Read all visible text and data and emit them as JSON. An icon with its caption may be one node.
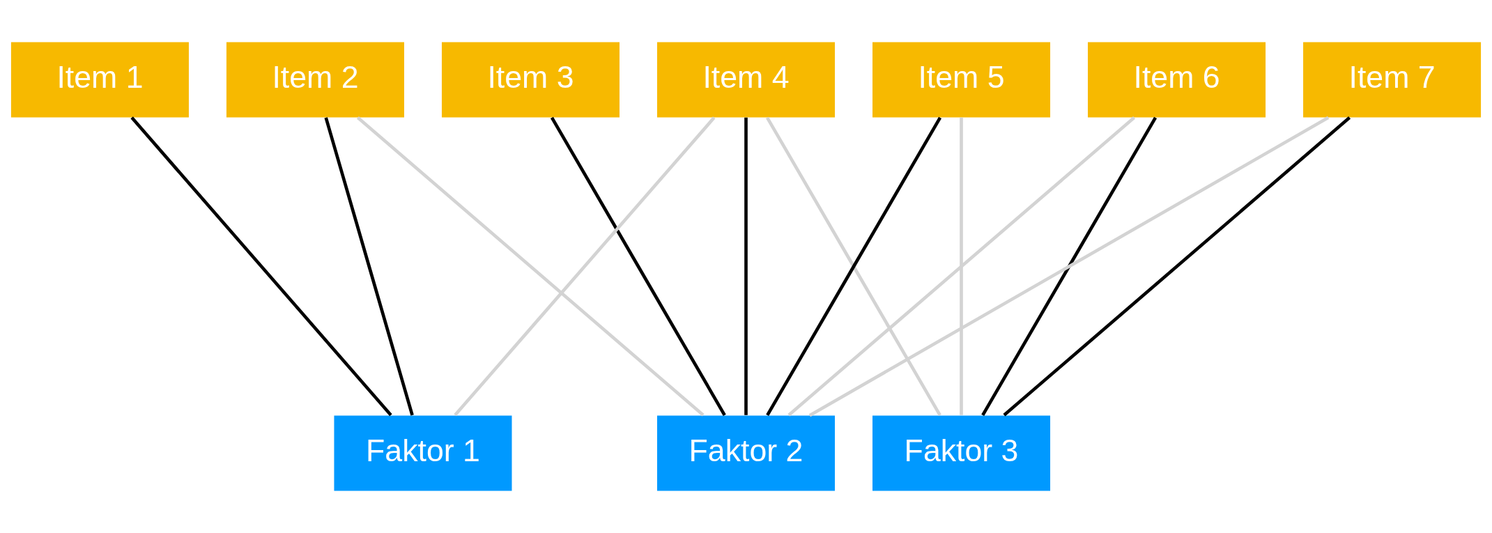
{
  "diagram": {
    "nodes": [
      {
        "text": [
          "Item 1"
        ]
      },
      {
        "text": [
          "Item 2"
        ]
      },
      {
        "text": [
          "Item 3"
        ]
      },
      {
        "text": [
          "Item 4"
        ]
      },
      {
        "text": [
          "Item 5"
        ]
      },
      {
        "text": [
          "Item 6"
        ]
      },
      {
        "text": [
          "Item 7"
        ]
      },
      {
        "text": [
          "Faktor 1"
        ]
      },
      {
        "text": [
          "Faktor 2"
        ]
      },
      {
        "text": [
          "Faktor 3"
        ]
      }
    ],
    "edges": [
      {
        "from": 0,
        "to": 7,
        "arrow": "none"
      },
      {
        "from": 1,
        "to": 7,
        "arrow": "none"
      },
      {
        "from": 1,
        "to": 8,
        "arrow": "none",
        "color": "#d3d3d3"
      },
      {
        "from": 2,
        "to": 8,
        "arrow": "none"
      },
      {
        "from": 3,
        "to": 7,
        "arrow": "none",
        "color": "#d3d3d3"
      },
      {
        "from": 3,
        "to": 8,
        "arrow": "none"
      },
      {
        "from": 3,
        "to": 9,
        "arrow": "none",
        "color": "#d3d3d3"
      },
      {
        "from": 4,
        "to": 8,
        "arrow": "none"
      },
      {
        "from": 4,
        "to": 9,
        "arrow": "none",
        "color": "#d3d3d3"
      },
      {
        "from": 5,
        "to": 8,
        "arrow": "none",
        "color": "#d3d3d3"
      },
      {
        "from": 5,
        "to": 9,
        "arrow": "none"
      },
      {
        "from": 6,
        "to": 8,
        "arrow": "none",
        "color": "#d3d3d3"
      },
      {
        "from": 6,
        "to": 9,
        "arrow": "none"
      }
    ]
  }
}
